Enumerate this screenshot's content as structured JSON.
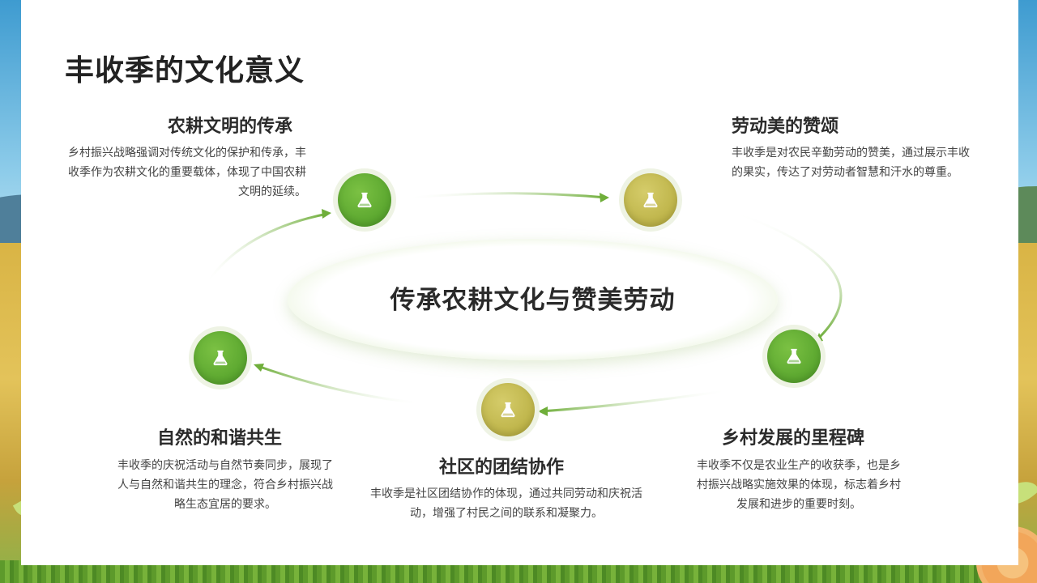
{
  "title": "丰收季的文化意义",
  "center": "传承农耕文化与赞美劳动",
  "nodes": [
    {
      "heading": "农耕文明的传承",
      "text": "乡村振兴战略强调对传统文化的保护和传承，丰收季作为农耕文化的重要载体，体现了中国农耕文明的延续。",
      "icon": "flask-icon",
      "color": "#5aa82d"
    },
    {
      "heading": "劳动美的赞颂",
      "text": "丰收季是对农民辛勤劳动的赞美，通过展示丰收的果实，传达了对劳动者智慧和汗水的尊重。",
      "icon": "flask-icon",
      "color": "#c2b84b"
    },
    {
      "heading": "乡村发展的里程碑",
      "text": "丰收季不仅是农业生产的收获季，也是乡村振兴战略实施效果的体现，标志着乡村发展和进步的重要时刻。",
      "icon": "flask-icon",
      "color": "#5aa82d"
    },
    {
      "heading": "社区的团结协作",
      "text": "丰收季是社区团结协作的体现，通过共同劳动和庆祝活动，增强了村民之间的联系和凝聚力。",
      "icon": "flask-icon",
      "color": "#c2b84b"
    },
    {
      "heading": "自然的和谐共生",
      "text": "丰收季的庆祝活动与自然节奏同步，展现了人与自然和谐共生的理念，符合乡村振兴战略生态宜居的要求。",
      "icon": "flask-icon",
      "color": "#5aa82d"
    }
  ]
}
